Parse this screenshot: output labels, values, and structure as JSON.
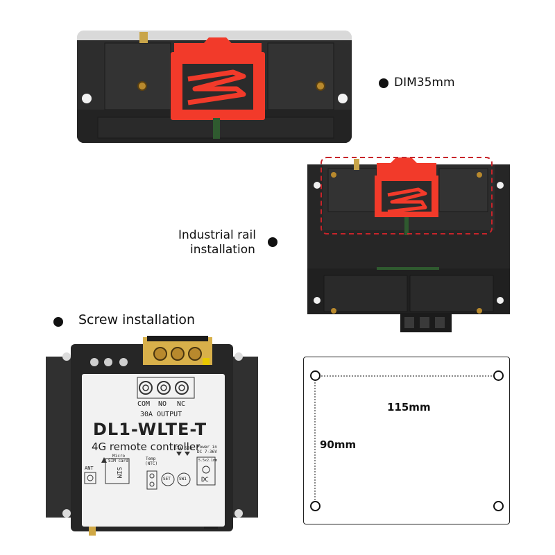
{
  "captions": {
    "dim_rail": "DIM35mm",
    "industrial_rail_line1": "Industrial rail",
    "industrial_rail_line2": "installation",
    "screw_installation": "Screw installation"
  },
  "device_label": {
    "terminals": [
      "COM",
      "NO",
      "NC"
    ],
    "output": "30A OUTPUT",
    "model": "DL1-WLTE-T",
    "subtitle": "4G remote controller",
    "micro_sim_line1": "Micro",
    "micro_sim_line2": "SIM card",
    "sim": "SIM",
    "temp_line1": "Temp",
    "temp_line2": "(NTC)",
    "sta": "STA",
    "sig": "SIG",
    "power_line1": "Power in",
    "power_line2": "DC 7-36V",
    "jack": "5.5x2.1mm",
    "ant": "ANT",
    "set": "SET",
    "sw1": "SW1",
    "dc": "DC"
  },
  "dimensions": {
    "width": "115mm",
    "height": "90mm"
  },
  "colors": {
    "accent_red": "#f23a2a",
    "dashed_red": "#c8242a",
    "housing": "#2a2a2a",
    "brass": "#d8b04a"
  }
}
